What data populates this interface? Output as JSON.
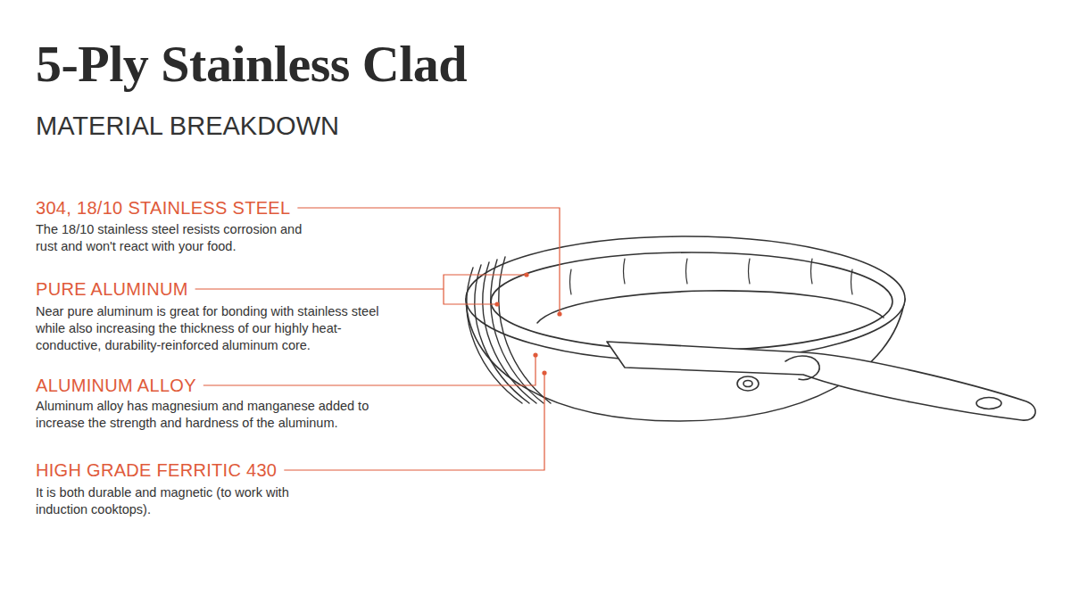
{
  "diagram": {
    "title": "5-Ply Stainless Clad",
    "labels": [
      "MATERIAL BREAKDOWN",
      "304, 18/10 STAINLESS STEEL",
      "The 18/10 stainless steel resists corrosion and rust and won't react with your food.",
      "PURE ALUMINUM",
      "Near pure aluminum is great for bonding with stainless steel while also increasing the thickness of our highly heat-conductive, durability-reinforced aluminum core.",
      "ALUMINUM ALLOY",
      "Aluminum alloy has magnesium and manganese added to increase the strength and hardness of the aluminum.",
      "HIGH GRADE FERRITIC 430",
      "It is both durable and magnetic (to work with induction cooktops)."
    ]
  }
}
